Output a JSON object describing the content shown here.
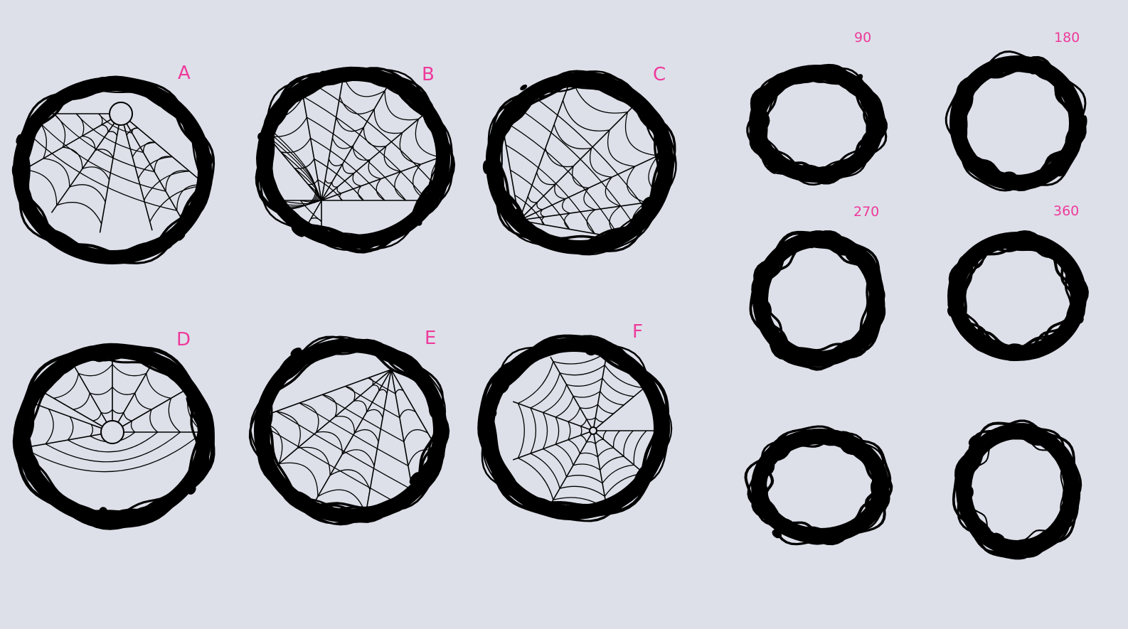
{
  "colors": {
    "background": "#dde0e9",
    "ink": "#000000",
    "label": "#ee3a9b"
  },
  "designs": [
    {
      "label": "A",
      "web": "spider-web-top"
    },
    {
      "label": "B",
      "web": "radial-web-bottom-left"
    },
    {
      "label": "C",
      "web": "corner-web-left"
    },
    {
      "label": "D",
      "web": "half-web-center"
    },
    {
      "label": "E",
      "web": "corner-web-top-right"
    },
    {
      "label": "F",
      "web": "full-web-center-right"
    }
  ],
  "rings": [
    {
      "label": "90"
    },
    {
      "label": "180"
    },
    {
      "label": "270"
    },
    {
      "label": "360"
    },
    {
      "label": ""
    },
    {
      "label": ""
    }
  ]
}
